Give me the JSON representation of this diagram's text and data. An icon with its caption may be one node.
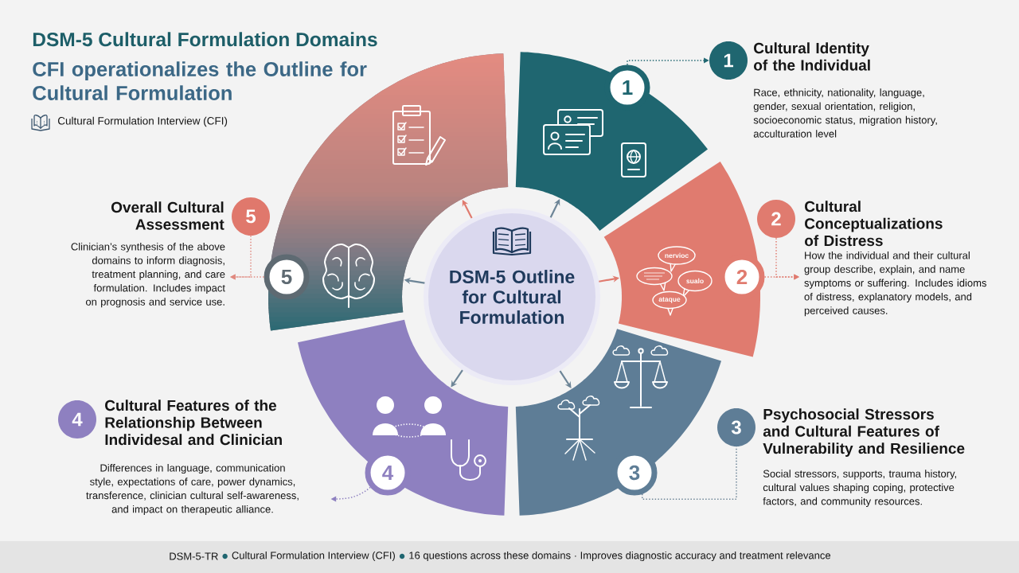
{
  "diagram": {
    "title": "DSM-5 Cultural Formulation Domains",
    "nodes": [
      {
        "text": [
          "DSM-5 Outline for Cultural Formulation"
        ]
      },
      {
        "text": [],
        "shape": "sector"
      },
      {
        "text": [
          "1"
        ],
        "in": 1
      },
      {
        "text": [],
        "shape": "sector"
      },
      {
        "text": [
          "2"
        ],
        "in": 3
      },
      {
        "text": [],
        "shape": "sector"
      },
      {
        "text": [
          "3"
        ],
        "in": 5
      },
      {
        "text": [],
        "shape": "sector"
      },
      {
        "text": [
          "4"
        ],
        "in": 7
      },
      {
        "text": [],
        "shape": "sector"
      },
      {
        "text": [
          "5"
        ],
        "in": 9
      },
      {
        "text": [
          "1",
          "Cultural Identity of the Individual"
        ],
        "beside": [
          "Race, ethnicity, nationality, language, gender, sexual orientation, religion, socioeconomic status, migration history, acculturation level"
        ]
      },
      {
        "text": [
          "2",
          "Cultural Conceptualizations of Distress"
        ]
      },
      {
        "text": [
          "How the individual and their cultural group describe, explain, and name symptoms or suffering. Includes idioms of distress, explanatory models, and perceived causes."
        ]
      },
      {
        "text": [
          "3",
          "Psychosocial Stressors and Cultural Features of Vulnerability and Resilience"
        ],
        "beside": [
          "Social stressors, supports, trauma history, cultural values shaping coping, protective factors, and community resources."
        ]
      },
      {
        "text": [
          "4",
          "Cultural Features of the Relationship Between Individesal and Clinician"
        ]
      },
      {
        "text": [
          "Differences in language, communication style, expectations of care, power dynamics, transference, clinician cultural self-awareness, and impact on therapeutic alliance."
        ]
      },
      {
        "text": [
          "Overall Cultural Assessment",
          "5"
        ]
      },
      {
        "text": [
          "Clinician’s synthesis of the above domains to inform diagnosis, treatment planning, and care formulation. Includes impact on prognosis and service use."
        ]
      },
      {
        "text": [
          "nervioc"
        ],
        "in": 3
      },
      {
        "text": [],
        "shape": "bubble",
        "in": 3
      },
      {
        "text": [
          "sualo"
        ],
        "in": 3
      },
      {
        "text": [
          "ataque"
        ],
        "in": 3
      }
    ],
    "edges": [
      {
        "from": 0,
        "to": 1,
        "arrow": "to"
      },
      {
        "from": 0,
        "to": 3,
        "arrow": "to",
        "color": "#e07b6f"
      },
      {
        "from": 0,
        "to": 5,
        "arrow": "to"
      },
      {
        "from": 0,
        "to": 7,
        "arrow": "to"
      },
      {
        "from": 0,
        "to": 9,
        "arrow": "to"
      },
      {
        "from": 0,
        "to": 9,
        "arrow": "to",
        "color": "#e07b6f"
      },
      {
        "from": 2,
        "to": 11,
        "arrow": "to",
        "style": "dashed",
        "color": "#1f6670"
      },
      {
        "from": 4,
        "to": 13,
        "arrow": "to",
        "style": "dashed",
        "color": "#e07b6f"
      },
      {
        "from": 12,
        "to": 13,
        "arrow": "to",
        "style": "dashed",
        "color": "#e07b6f"
      },
      {
        "from": 6,
        "to": 14,
        "arrow": "none",
        "style": "dashed"
      },
      {
        "from": 8,
        "to": 16,
        "arrow": "to",
        "style": "dashed",
        "color": "#8e80c0"
      },
      {
        "from": 10,
        "to": 18,
        "arrow": "to",
        "style": "dashed",
        "color": "#e08a80"
      },
      {
        "from": 17,
        "to": 18,
        "arrow": "to",
        "style": "dashed",
        "color": "#e08a80"
      }
    ],
    "labels": [
      "CFI operationalizes the Outline for Cultural Formulation",
      "Cultural Formulation Interview (CFI)",
      "DSM-5-TR",
      "Cultural Formulation Interview (CFI)",
      "16 questions across these domains · Improves diagnostic accuracy and treatment relevance"
    ]
  }
}
